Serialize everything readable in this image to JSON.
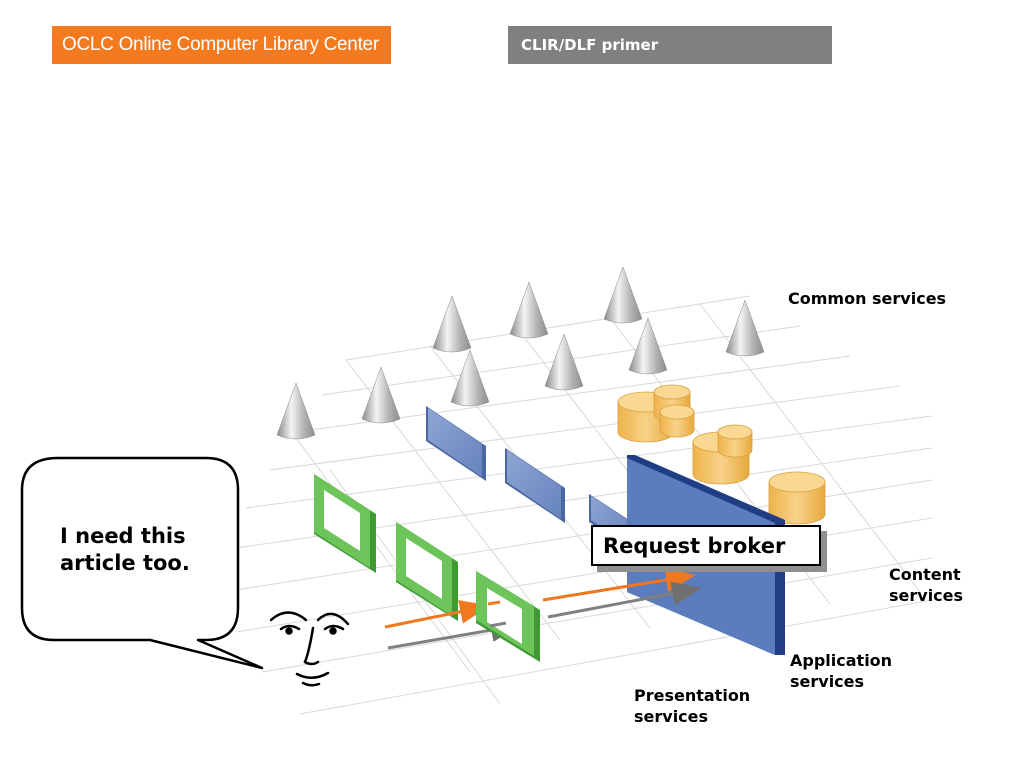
{
  "header": {
    "oclc_label": "OCLC Online Computer Library Center",
    "primer_label": "CLIR/DLF primer"
  },
  "colors": {
    "oclc_orange": "#f47a20",
    "primer_gray": "#808080",
    "grid_line": "#d4d4d4",
    "panel_blue": "#7d96c8",
    "broker_blue": "#5678b4",
    "frame_green": "#5cb84a",
    "cylinder_yellow": "#f3c35d",
    "arrow_orange": "#f07820",
    "arrow_gray": "#808080"
  },
  "labels": {
    "common_services": "Common services",
    "content_services_line1": "Content",
    "content_services_line2": "services",
    "application_services_line1": "Application",
    "application_services_line2": "services",
    "presentation_services_line1": "Presentation",
    "presentation_services_line2": "services",
    "request_broker": "Request broker"
  },
  "speech_bubble": {
    "line1": "I need this",
    "line2": "article too."
  },
  "icons": {
    "user_face": "face-icon",
    "common_service": "cone-icon",
    "content_service": "cylinder-icon",
    "application_service": "panel-icon",
    "presentation_service": "frame-icon"
  }
}
